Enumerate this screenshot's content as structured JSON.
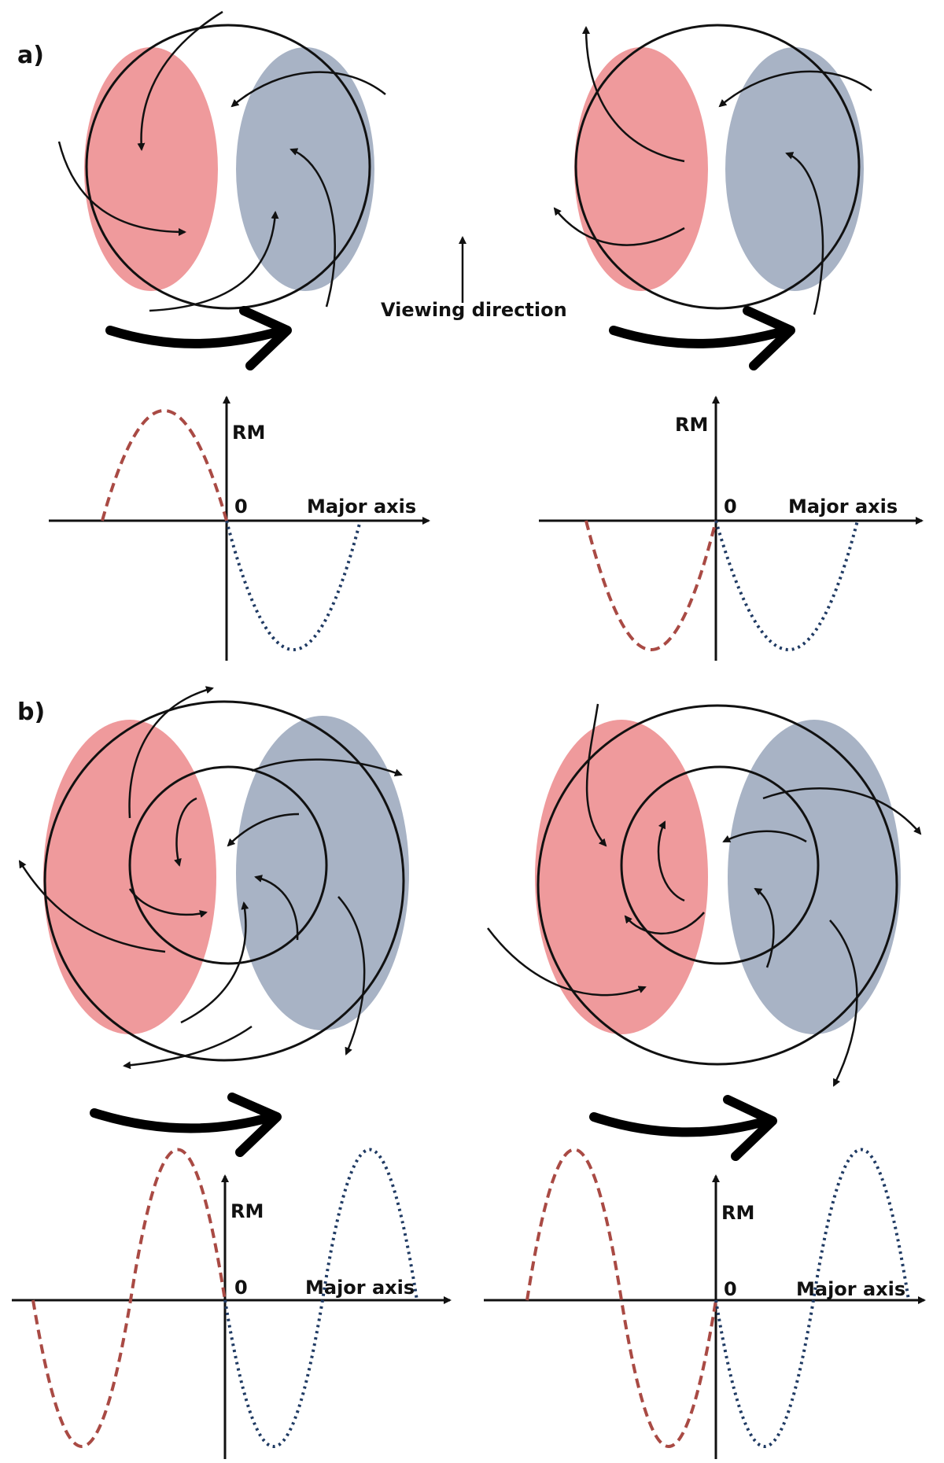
{
  "colors": {
    "red_lobe": "#e87d80",
    "blue_lobe": "#7f93ad",
    "red_curve": "#a94a44",
    "blue_curve": "#1f3a63",
    "field_line": "#111111"
  },
  "labels": {
    "panel_a": "a)",
    "panel_b": "b)",
    "viewing_direction": "Viewing direction",
    "rm": "RM",
    "zero": "0",
    "major_axis": "Major axis"
  }
}
